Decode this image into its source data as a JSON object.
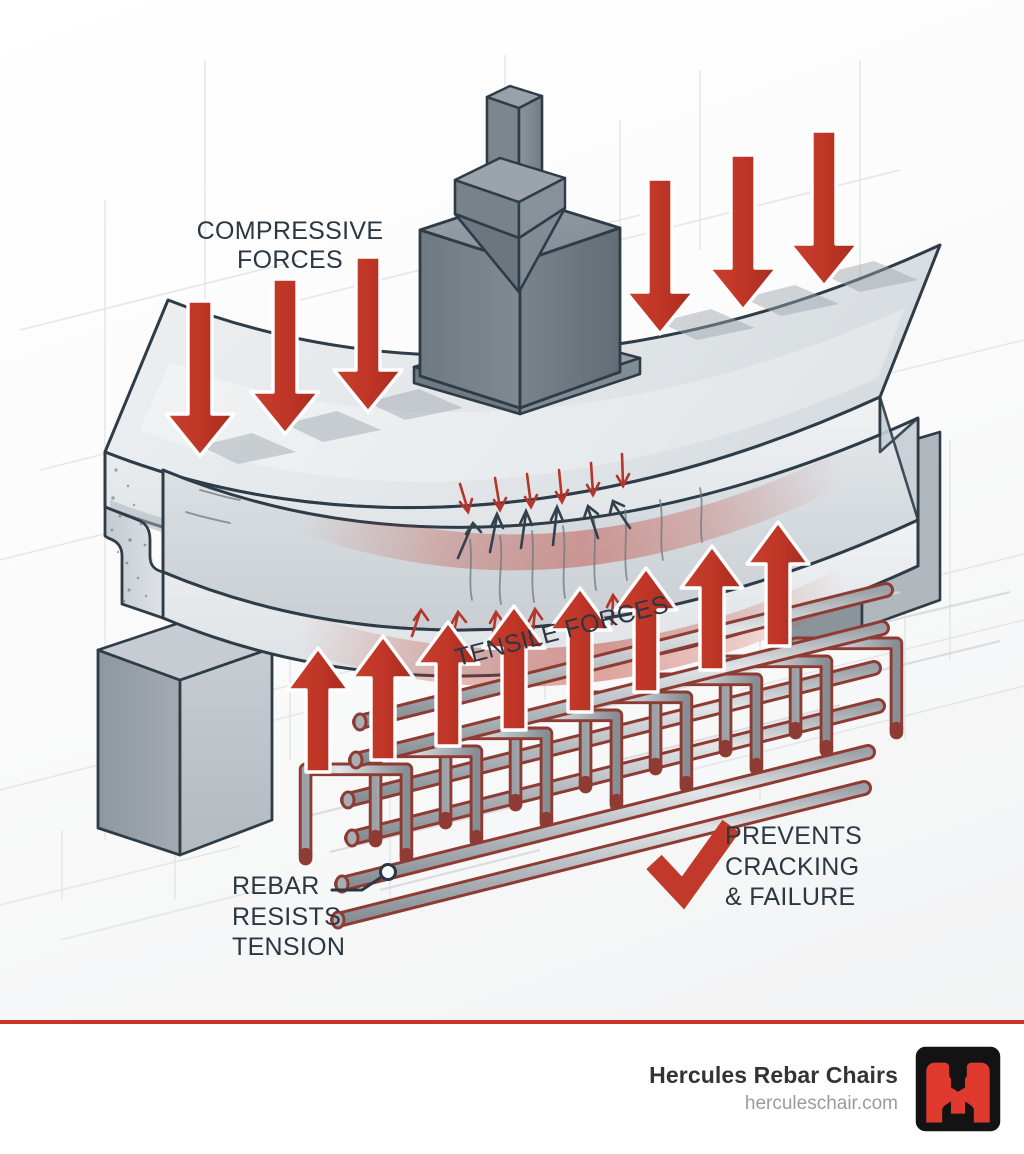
{
  "illustration": {
    "title_labels": {
      "compressive": "COMPRESSIVE\nFORCES",
      "tensile": "TENSILE FORCES",
      "rebar": "REBAR\nRESISTS\nTENSION",
      "prevents": "PREVENTS\nCRACKING\n& FAILURE"
    },
    "icons": {
      "check": "check-icon",
      "press_arrow": "press-down-arrow-icon",
      "compression_arrows": "down-arrow-icon",
      "tension_arrows": "up-arrow-icon",
      "leader": "callout-leader-line"
    },
    "counts": {
      "compression_arrows": 7,
      "tension_arrows": 9,
      "stirrups": 8,
      "longitudinal_bars": 6
    },
    "colors": {
      "accent_red": "#cc3328",
      "arrow_red": "#c0392b",
      "arrow_red_dark": "#a6291d",
      "label_text": "#2b3743",
      "concrete_light": "#e9ecee",
      "concrete_mid": "#d3d8dc",
      "concrete_dark": "#aab3b9",
      "outline": "#2e3c48",
      "support_gray": "#9aa3aa",
      "support_gray_light": "#c2c8cd",
      "press_gray": "#7d878f",
      "rebar_steel": "#b9bec2",
      "rebar_outline": "#8e3b34",
      "grid_line": "#e2e4e6",
      "background": "#ffffff"
    }
  },
  "footer": {
    "brand": "Hercules Rebar Chairs",
    "url": "herculeschair.com",
    "logo_name": "hercules-rebar-chairs-logo",
    "logo_bg": "#131313",
    "logo_mark": "#e03a2f"
  }
}
